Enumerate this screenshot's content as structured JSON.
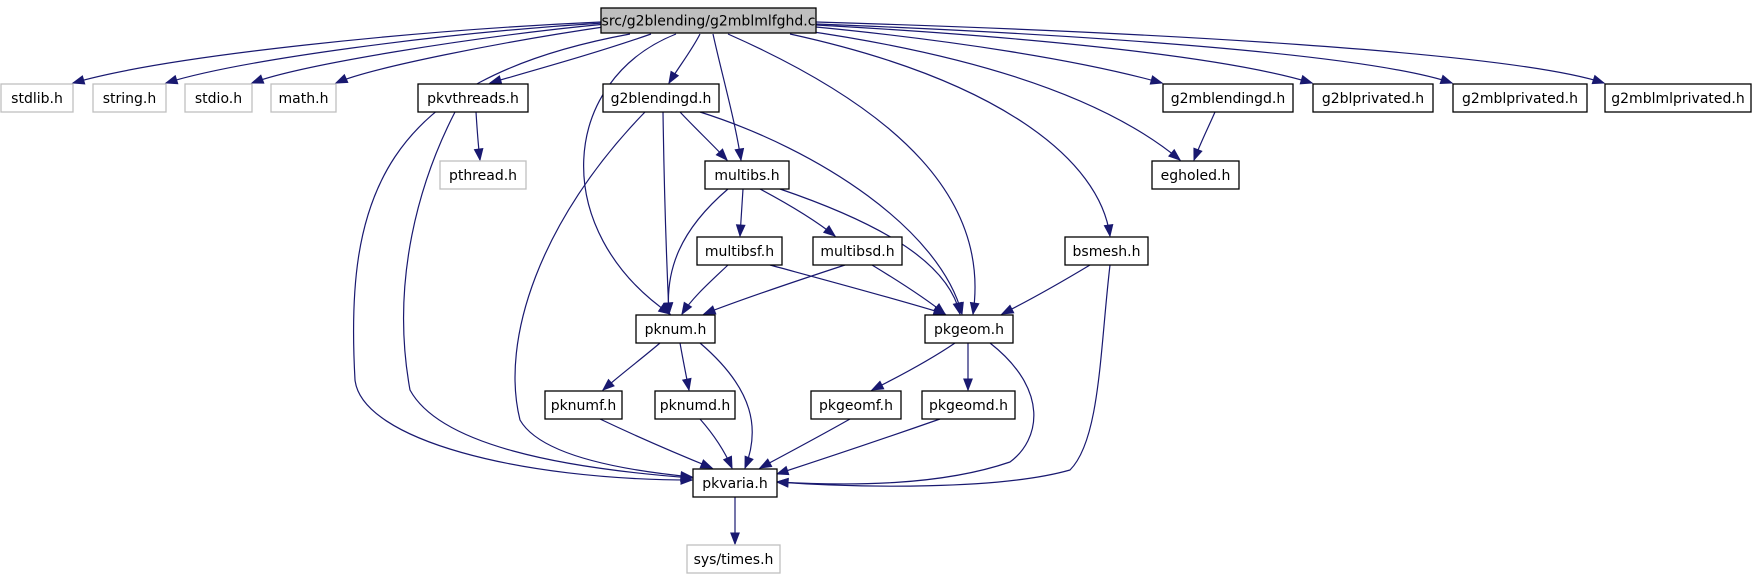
{
  "graph": {
    "root": "src/g2blending/g2mblmlfghd.c",
    "colors": {
      "edge": "#191970",
      "root_fill": "#bfbfbf",
      "documented_border": "#000000",
      "undocumented_border": "#bfbfbf",
      "undocumented_text": "#000000"
    },
    "nodes": [
      {
        "id": "root",
        "label": "src/g2blending/g2mblmlfghd.c",
        "kind": "root"
      },
      {
        "id": "stdlib",
        "label": "stdlib.h",
        "kind": "external"
      },
      {
        "id": "string",
        "label": "string.h",
        "kind": "external"
      },
      {
        "id": "stdio",
        "label": "stdio.h",
        "kind": "external"
      },
      {
        "id": "math",
        "label": "math.h",
        "kind": "external"
      },
      {
        "id": "pkvthreads",
        "label": "pkvthreads.h",
        "kind": "local"
      },
      {
        "id": "g2blendingd",
        "label": "g2blendingd.h",
        "kind": "local"
      },
      {
        "id": "g2mblendingd",
        "label": "g2mblendingd.h",
        "kind": "local"
      },
      {
        "id": "g2blprivated",
        "label": "g2blprivated.h",
        "kind": "local"
      },
      {
        "id": "g2mblprivated",
        "label": "g2mblprivated.h",
        "kind": "local"
      },
      {
        "id": "g2mblmlprivated",
        "label": "g2mblmlprivated.h",
        "kind": "local"
      },
      {
        "id": "pthread",
        "label": "pthread.h",
        "kind": "external"
      },
      {
        "id": "multibs",
        "label": "multibs.h",
        "kind": "local"
      },
      {
        "id": "egholed",
        "label": "egholed.h",
        "kind": "local"
      },
      {
        "id": "multibsf",
        "label": "multibsf.h",
        "kind": "local"
      },
      {
        "id": "multibsd",
        "label": "multibsd.h",
        "kind": "local"
      },
      {
        "id": "bsmesh",
        "label": "bsmesh.h",
        "kind": "local"
      },
      {
        "id": "pknum",
        "label": "pknum.h",
        "kind": "local"
      },
      {
        "id": "pkgeom",
        "label": "pkgeom.h",
        "kind": "local"
      },
      {
        "id": "pknumf",
        "label": "pknumf.h",
        "kind": "local"
      },
      {
        "id": "pknumd",
        "label": "pknumd.h",
        "kind": "local"
      },
      {
        "id": "pkgeomf",
        "label": "pkgeomf.h",
        "kind": "local"
      },
      {
        "id": "pkgeomd",
        "label": "pkgeomd.h",
        "kind": "local"
      },
      {
        "id": "pkvaria",
        "label": "pkvaria.h",
        "kind": "local"
      },
      {
        "id": "systimes",
        "label": "sys/times.h",
        "kind": "external"
      }
    ],
    "edges": [
      {
        "from": "root",
        "to": "stdlib"
      },
      {
        "from": "root",
        "to": "string"
      },
      {
        "from": "root",
        "to": "stdio"
      },
      {
        "from": "root",
        "to": "math"
      },
      {
        "from": "root",
        "to": "pkvthreads"
      },
      {
        "from": "root",
        "to": "g2blendingd"
      },
      {
        "from": "root",
        "to": "multibs"
      },
      {
        "from": "root",
        "to": "pknum"
      },
      {
        "from": "root",
        "to": "pkgeom"
      },
      {
        "from": "root",
        "to": "pkvaria"
      },
      {
        "from": "root",
        "to": "bsmesh"
      },
      {
        "from": "root",
        "to": "egholed"
      },
      {
        "from": "root",
        "to": "g2mblendingd"
      },
      {
        "from": "root",
        "to": "g2blprivated"
      },
      {
        "from": "root",
        "to": "g2mblprivated"
      },
      {
        "from": "root",
        "to": "g2mblmlprivated"
      },
      {
        "from": "pkvthreads",
        "to": "pthread"
      },
      {
        "from": "pkvthreads",
        "to": "pkvaria"
      },
      {
        "from": "g2blendingd",
        "to": "multibs"
      },
      {
        "from": "g2blendingd",
        "to": "pknum"
      },
      {
        "from": "g2blendingd",
        "to": "pkgeom"
      },
      {
        "from": "g2blendingd",
        "to": "pkvaria"
      },
      {
        "from": "g2mblendingd",
        "to": "egholed"
      },
      {
        "from": "multibs",
        "to": "multibsf"
      },
      {
        "from": "multibs",
        "to": "multibsd"
      },
      {
        "from": "multibs",
        "to": "pknum"
      },
      {
        "from": "multibs",
        "to": "pkgeom"
      },
      {
        "from": "multibsf",
        "to": "pknum"
      },
      {
        "from": "multibsf",
        "to": "pkgeom"
      },
      {
        "from": "multibsd",
        "to": "pknum"
      },
      {
        "from": "multibsd",
        "to": "pkgeom"
      },
      {
        "from": "bsmesh",
        "to": "pkgeom"
      },
      {
        "from": "bsmesh",
        "to": "pkvaria"
      },
      {
        "from": "pknum",
        "to": "pknumf"
      },
      {
        "from": "pknum",
        "to": "pknumd"
      },
      {
        "from": "pknum",
        "to": "pkvaria"
      },
      {
        "from": "pkgeom",
        "to": "pkgeomf"
      },
      {
        "from": "pkgeom",
        "to": "pkgeomd"
      },
      {
        "from": "pkgeom",
        "to": "pkvaria"
      },
      {
        "from": "pknumf",
        "to": "pkvaria"
      },
      {
        "from": "pknumd",
        "to": "pkvaria"
      },
      {
        "from": "pkgeomf",
        "to": "pkvaria"
      },
      {
        "from": "pkgeomd",
        "to": "pkvaria"
      },
      {
        "from": "pkvaria",
        "to": "systimes"
      }
    ]
  }
}
